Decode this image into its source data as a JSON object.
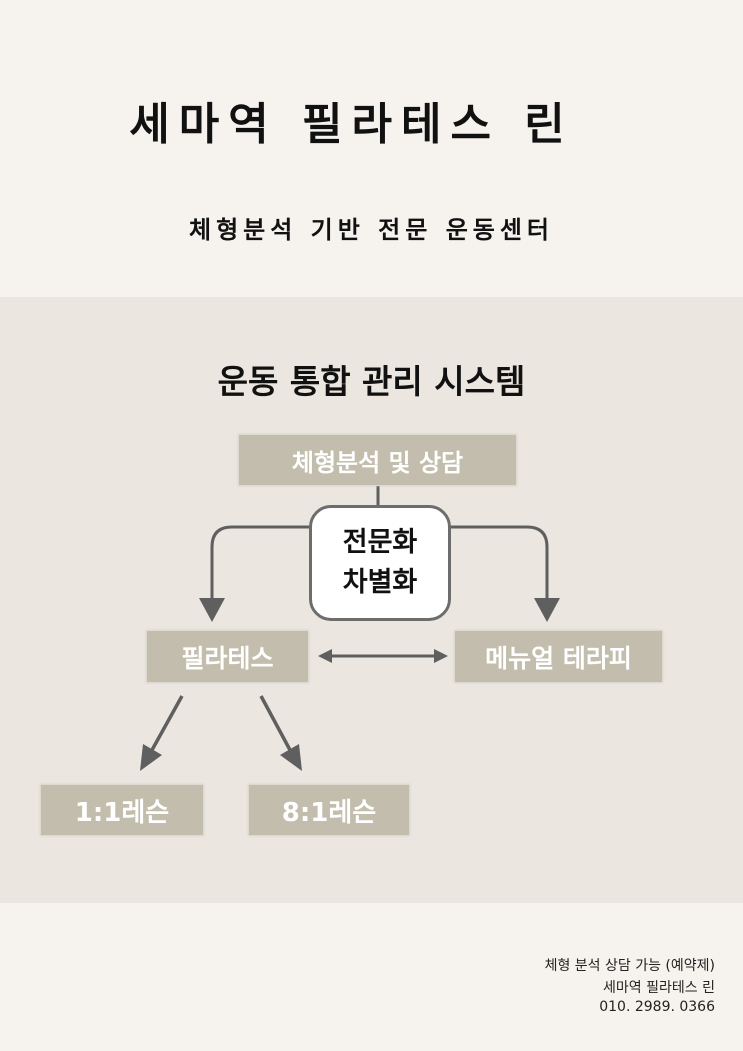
{
  "header": {
    "title": "세마역 필라테스 린",
    "subtitle": "체형분석 기반 전문 운동센터"
  },
  "diagram": {
    "title": "운동 통합 관리 시스템",
    "top_node": "체형분석 및 상담",
    "center_line1": "전문화",
    "center_line2": "차별화",
    "left_node": "필라테스",
    "right_node": "메뉴얼 테라피",
    "bottom_left_node": "1:1레슨",
    "bottom_right_node": "8:1레슨"
  },
  "footer": {
    "line1": "체형 분석 상담 가능 (예약제)",
    "line2": "세마역 필라테스 린",
    "line3": "010. 2989. 0366"
  },
  "colors": {
    "background": "#f6f3ef",
    "panel": "#ebe6e0",
    "node": "#c2bdac",
    "arrow": "#5f5f5f"
  }
}
